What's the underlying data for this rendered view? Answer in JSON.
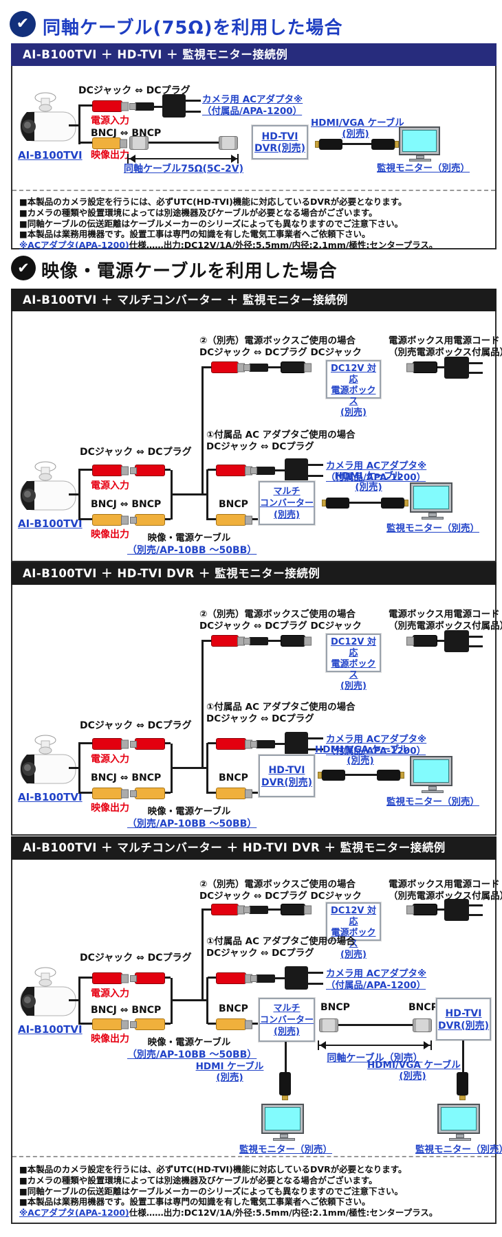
{
  "header_coax": {
    "title": "同軸ケーブル(75Ω)を利用した場合",
    "check": "✔"
  },
  "header_avcable": {
    "title": "映像・電源ケーブルを利用した場合",
    "check": "✔"
  },
  "bars": {
    "s1": "AI-B100TVI ＋  HD-TVI ＋ 監視モニター接続例",
    "s2": "AI-B100TVI ＋ マルチコンバーター ＋ 監視モニター接続例",
    "s3": "AI-B100TVI ＋ HD-TVI DVR ＋ 監視モニター接続例",
    "s4": "AI-B100TVI ＋ マルチコンバーター ＋ HD-TVI DVR ＋ 監視モニター接続例"
  },
  "labels": {
    "camera_model": "AI-B100TVI",
    "dc_jack_plug": "DCジャック ⇔ DCプラグ",
    "dc_jack_plug_jack": "DCジャック ⇔ DCプラグ DCジャック",
    "power_input": "電源入力",
    "video_output": "映像出力",
    "bncj_bncp": "BNCJ ⇔ BNCP",
    "bncp": "BNCP",
    "coax_75": "同軸ケーブル75Ω(5C-2V)",
    "coax_sold": "同軸ケーブル（別売）",
    "ac_adapter_l1": "カメラ用 ACアダプタ※",
    "ac_adapter_l2": "（付属品/APA-1200）",
    "dvr_l1": "HD-TVI",
    "dvr_l2": "DVR(別売)",
    "hdmi_vga_cable": "HDMI/VGA ケーブル",
    "hdmi_cable": "HDMI ケーブル",
    "sold": "(別売)",
    "monitor": "監視モニター（別売）",
    "case2": "②（別売）電源ボックスご使用の場合",
    "case1": "①付属品 AC アダプタご使用の場合",
    "cord_l1": "電源ボックス用電源コード",
    "cord_l2": "（別売電源ボックス付属品）",
    "dc12v_l1": "DC12V 対応",
    "dc12v_l2": "電源ボックス",
    "multi_l1": "マルチ",
    "multi_l2": "コンバーター",
    "av_cable_l1": "映像・電源ケーブル",
    "av_cable_l2": "（別売/AP-10BB ～50BB）"
  },
  "notes": {
    "l1": "■本製品のカメラ設定を行うには、必ずUTC(HD-TVI)機能に対応しているDVRが必要となります。",
    "l2": "■カメラの種類や設置環境によっては別途機器及びケーブルが必要となる場合がございます。",
    "l3": "■同軸ケーブルの伝送距離はケーブルメーカーのシリーズによっても異なりますのでご注意下さい。",
    "l4": "■本製品は業務用機器です。設置工事は専門の知識を有した電気工事業者へご依頼下さい。",
    "l5_link": "※ACアダプタ(APA-1200)",
    "l5_rest": "仕様……出力:DC12V/1A/外径:5.5mm/内径:2.1mm/極性:センタープラス。"
  },
  "colors": {
    "heading_blue": "#1e3ec2",
    "navy_bar": "#272c7d",
    "black_bar": "#1b1b1b",
    "link_blue": "#2143c8",
    "status_red": "#e60012",
    "connector_yellow": "#f0b03c",
    "monitor_cyan": "#82fbfd"
  }
}
